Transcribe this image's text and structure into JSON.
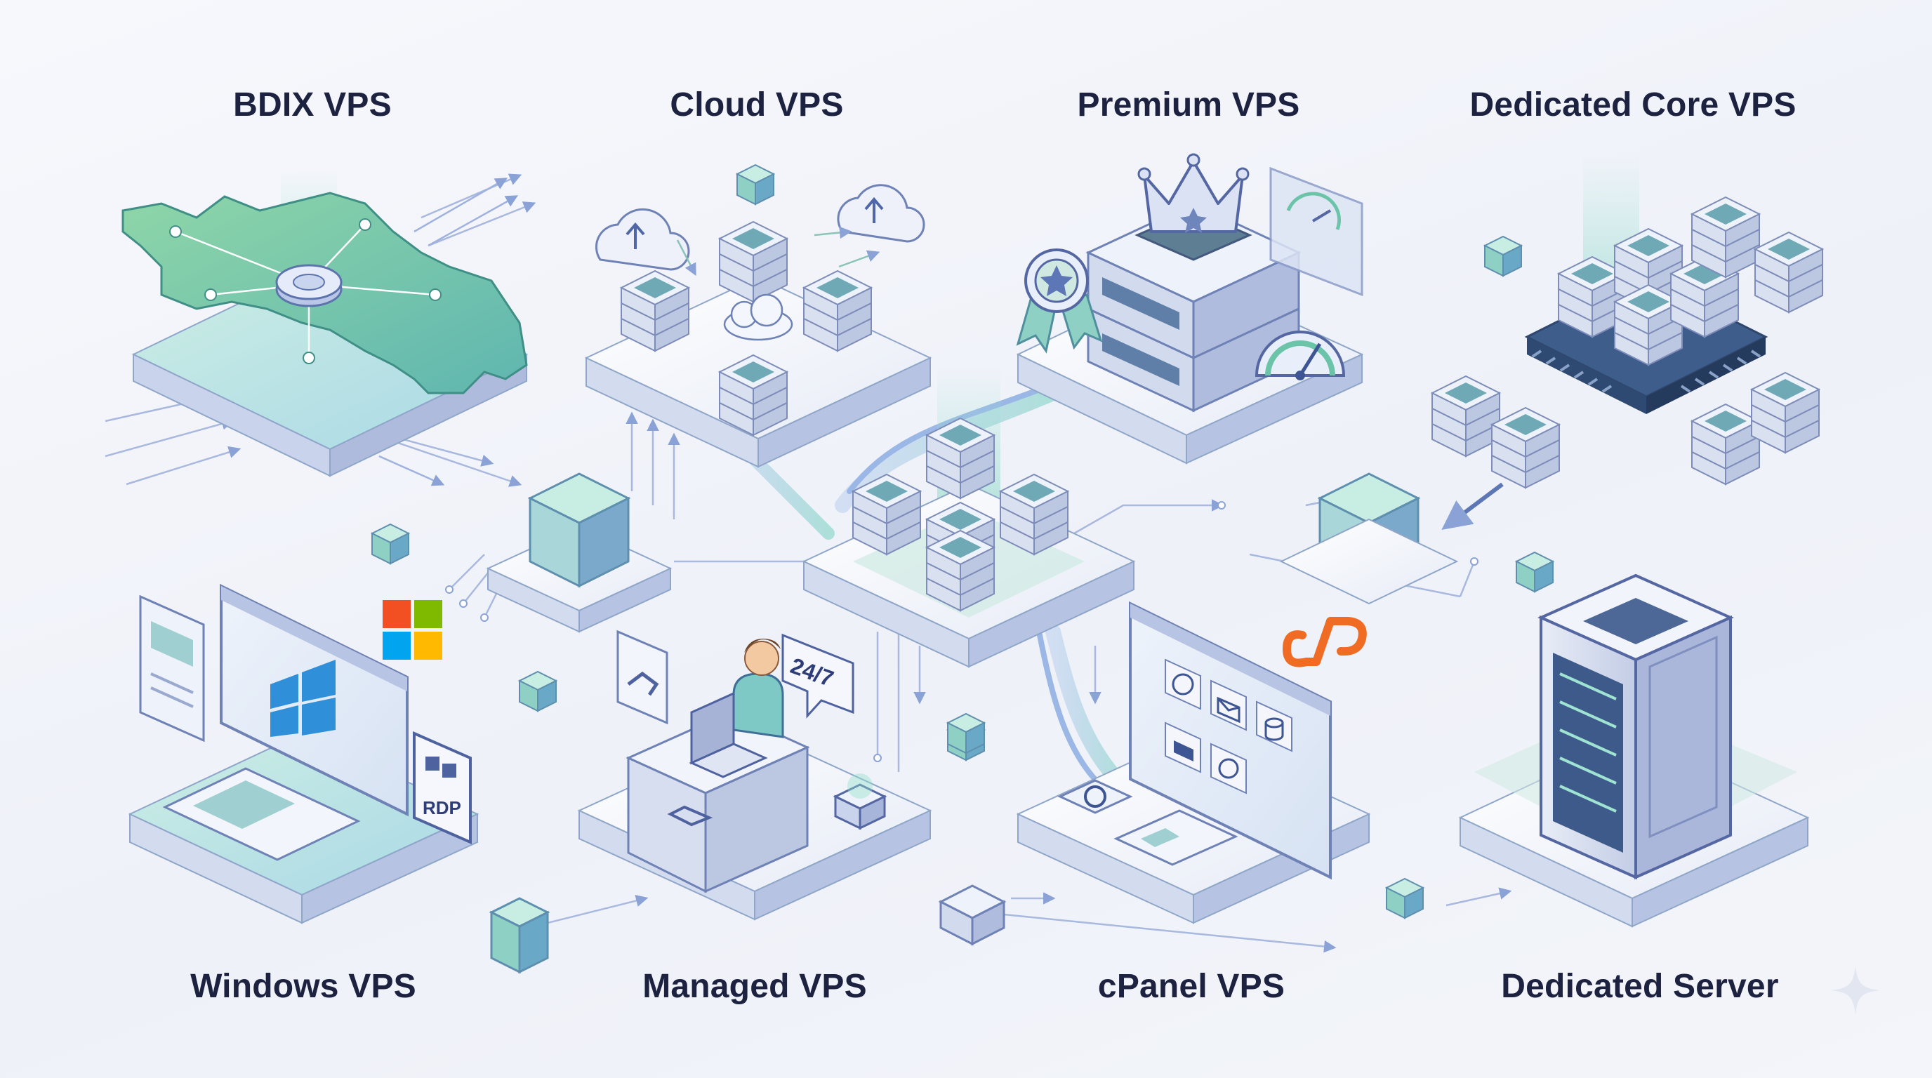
{
  "labels": {
    "bdix": "BDIX VPS",
    "cloud": "Cloud VPS",
    "premium": "Premium VPS",
    "dedicated_core": "Dedicated Core VPS",
    "windows": "Windows VPS",
    "managed": "Managed VPS",
    "cpanel": "cPanel VPS",
    "dedicated_server": "Dedicated Server"
  },
  "badges": {
    "support": "24/7",
    "rdp": "RDP"
  },
  "icons": {
    "bdix": [
      "bangladesh-map-icon",
      "network-hub-icon"
    ],
    "cloud": [
      "server-cluster-icon",
      "cloud-upload-icon"
    ],
    "premium": [
      "crown-icon",
      "award-ribbon-icon",
      "gauge-icon"
    ],
    "dedicated_core": [
      "cpu-chip-icon",
      "server-stack-icon"
    ],
    "windows": [
      "windows-logo-icon",
      "monitor-icon",
      "keyboard-icon"
    ],
    "managed": [
      "support-agent-icon",
      "handshake-icon",
      "laptop-icon"
    ],
    "cpanel": [
      "cpanel-logo-icon",
      "globe-icon",
      "mail-icon",
      "database-icon",
      "gear-icon"
    ],
    "dedicated_server": [
      "server-tower-icon"
    ]
  },
  "colors": {
    "accent_teal": "#3fb7a8",
    "accent_blue": "#5876c9",
    "map_green": "#7dc9a3",
    "cpanel_orange": "#f06b23",
    "windows_blue": "#2f8fd8",
    "ms_red": "#f25022",
    "ms_green": "#7fba00",
    "ms_blue": "#00a4ef",
    "ms_yellow": "#ffb900",
    "label_text": "#1c2240"
  }
}
